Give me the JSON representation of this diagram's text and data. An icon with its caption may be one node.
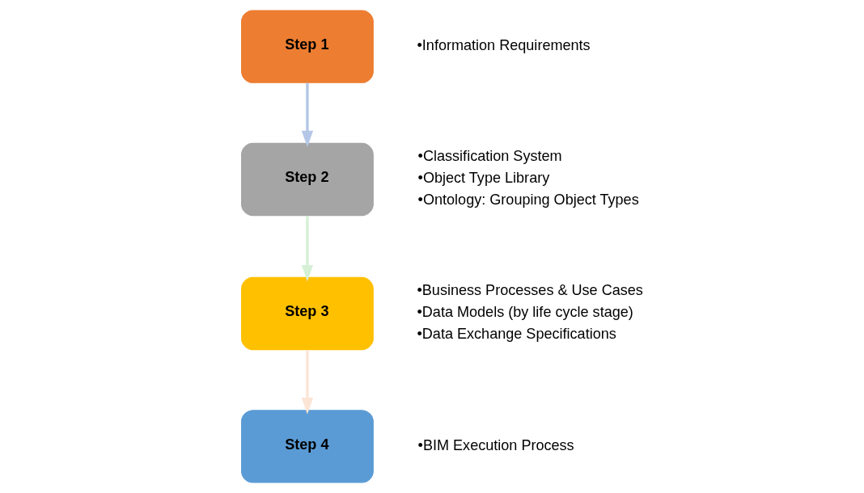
{
  "diagram": {
    "nodes": [
      {
        "text": [
          "Step 1"
        ],
        "beside": [
          "•Information Requirements"
        ]
      },
      {
        "text": [
          "Step 2"
        ],
        "beside": [
          "•Classification System",
          "•Object Type Library",
          "•Ontology: Grouping Object Types"
        ]
      },
      {
        "text": [
          "Step 3"
        ],
        "beside": [
          "•Business Processes & Use Cases",
          "•Data Models (by life cycle stage)",
          "•Data Exchange Specifications"
        ]
      },
      {
        "text": [
          "Step 4"
        ],
        "beside": [
          "•BIM Execution Process"
        ]
      }
    ],
    "edges": [
      {
        "from": 0,
        "to": 1,
        "arrow": "to",
        "color": "#b4c7e7"
      },
      {
        "from": 1,
        "to": 2,
        "arrow": "to",
        "color": "#d5f0d5"
      },
      {
        "from": 2,
        "to": 3,
        "arrow": "to",
        "color": "#fbe5d6"
      }
    ]
  }
}
